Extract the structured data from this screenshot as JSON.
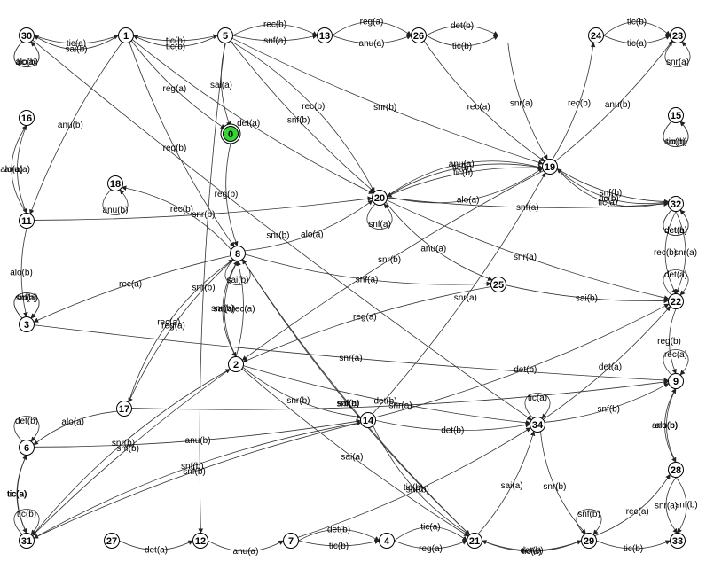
{
  "graph": {
    "initial_state": "0",
    "initial_color": "#33d633",
    "states": [
      "0",
      "1",
      "2",
      "3",
      "4",
      "5",
      "6",
      "7",
      "8",
      "9",
      "11",
      "12",
      "13",
      "14",
      "15",
      "16",
      "17",
      "18",
      "19",
      "20",
      "21",
      "22",
      "23",
      "24",
      "25",
      "26",
      "27",
      "28",
      "29",
      "30",
      "31",
      "32",
      "33",
      "34"
    ],
    "edges": [
      {
        "from": "1",
        "to": "5",
        "label": "tic(b)"
      },
      {
        "from": "5",
        "to": "1",
        "label": "tic(b)"
      },
      {
        "from": "30",
        "to": "1",
        "label": "tic(a)"
      },
      {
        "from": "1",
        "to": "30",
        "label": "sai(b)"
      },
      {
        "from": "30",
        "to": "30",
        "label": "tic(a)"
      },
      {
        "from": "5",
        "to": "13",
        "label": "snf(a)"
      },
      {
        "from": "5",
        "to": "13",
        "label": "rec(b)"
      },
      {
        "from": "13",
        "to": "26",
        "label": "anu(a)"
      },
      {
        "from": "13",
        "to": "26",
        "label": "reg(a)"
      },
      {
        "from": "26",
        "to": "10",
        "label": "tic(b)"
      },
      {
        "from": "26",
        "to": "10",
        "label": "det(b)"
      },
      {
        "from": "19",
        "to": "24",
        "label": "rec(b)"
      },
      {
        "from": "24",
        "to": "23",
        "label": "tic(a)"
      },
      {
        "from": "24",
        "to": "23",
        "label": "tic(b)"
      },
      {
        "from": "23",
        "to": "23",
        "label": "snr(a)"
      },
      {
        "from": "1",
        "to": "0",
        "label": "reg(a)"
      },
      {
        "from": "5",
        "to": "0",
        "label": "sai(a)"
      },
      {
        "from": "30",
        "to": "30",
        "label": "alo(b)"
      },
      {
        "from": "16",
        "to": "11",
        "label": "anu(a)"
      },
      {
        "from": "11",
        "to": "16",
        "label": "alo(a)"
      },
      {
        "from": "11",
        "to": "3",
        "label": "alo(b)"
      },
      {
        "from": "1",
        "to": "11",
        "label": "anu(b)"
      },
      {
        "from": "1",
        "to": "8",
        "label": "reg(b)"
      },
      {
        "from": "18",
        "to": "18",
        "label": "anu(b)"
      },
      {
        "from": "8",
        "to": "18",
        "label": "rec(b)"
      },
      {
        "from": "11",
        "to": "20",
        "label": "snr(b)"
      },
      {
        "from": "8",
        "to": "8",
        "label": "sai(b)"
      },
      {
        "from": "0",
        "to": "8",
        "label": "reg(b)"
      },
      {
        "from": "8",
        "to": "20",
        "label": "alo(a)"
      },
      {
        "from": "20",
        "to": "20",
        "label": "snf(a)"
      },
      {
        "from": "5",
        "to": "20",
        "label": "snf(b)"
      },
      {
        "from": "5",
        "to": "19",
        "label": "snr(b)"
      },
      {
        "from": "26",
        "to": "19",
        "label": "rec(a)"
      },
      {
        "from": "19",
        "to": "20",
        "label": "tic(b)"
      },
      {
        "from": "20",
        "to": "19",
        "label": "tic(b)"
      },
      {
        "from": "19",
        "to": "23",
        "label": "anu(b)"
      },
      {
        "from": "10",
        "to": "19",
        "label": "snr(a)"
      },
      {
        "from": "1",
        "to": "20",
        "label": "det(a)"
      },
      {
        "from": "20",
        "to": "19",
        "label": "alo(a)"
      },
      {
        "from": "5",
        "to": "20",
        "label": "rec(b)"
      },
      {
        "from": "20",
        "to": "19",
        "label": "anu(a)"
      },
      {
        "from": "20",
        "to": "32",
        "label": "snf(a)"
      },
      {
        "from": "19",
        "to": "32",
        "label": "snf(b)"
      },
      {
        "from": "32",
        "to": "19",
        "label": "tic(b)"
      },
      {
        "from": "15",
        "to": "15",
        "label": "snr(b)"
      },
      {
        "from": "15",
        "to": "15",
        "label": "tic(b)"
      },
      {
        "from": "32",
        "to": "32",
        "label": "det(a)"
      },
      {
        "from": "32",
        "to": "32",
        "label": "det(b)"
      },
      {
        "from": "19",
        "to": "32",
        "label": "tic(a)"
      },
      {
        "from": "32",
        "to": "22",
        "label": "rec(b)"
      },
      {
        "from": "32",
        "to": "22",
        "label": "snr(a)"
      },
      {
        "from": "22",
        "to": "22",
        "label": "det(a)"
      },
      {
        "from": "20",
        "to": "22",
        "label": "snr(a)"
      },
      {
        "from": "20",
        "to": "25",
        "label": "anu(a)"
      },
      {
        "from": "8",
        "to": "25",
        "label": "snf(a)"
      },
      {
        "from": "25",
        "to": "22",
        "label": "sai(b)"
      },
      {
        "from": "22",
        "to": "9",
        "label": "reg(b)"
      },
      {
        "from": "9",
        "to": "9",
        "label": "rec(a)"
      },
      {
        "from": "9",
        "to": "28",
        "label": "alo(b)"
      },
      {
        "from": "28",
        "to": "33",
        "label": "snr(a)"
      },
      {
        "from": "28",
        "to": "33",
        "label": "snf(b)"
      },
      {
        "from": "28",
        "to": "9",
        "label": "anu(b)"
      },
      {
        "from": "29",
        "to": "28",
        "label": "rec(a)"
      },
      {
        "from": "3",
        "to": "3",
        "label": "snf(a)"
      },
      {
        "from": "3",
        "to": "3",
        "label": "tic(b)"
      },
      {
        "from": "8",
        "to": "3",
        "label": "rec(a)"
      },
      {
        "from": "2",
        "to": "8",
        "label": "rec(a)"
      },
      {
        "from": "2",
        "to": "8",
        "label": "sai(a)"
      },
      {
        "from": "8",
        "to": "17",
        "label": "reg(a)"
      },
      {
        "from": "17",
        "to": "8",
        "label": "rec(a)"
      },
      {
        "from": "8",
        "to": "2",
        "label": "snr(b)"
      },
      {
        "from": "19",
        "to": "2",
        "label": "snr(b)"
      },
      {
        "from": "25",
        "to": "2",
        "label": "reg(a)"
      },
      {
        "from": "2",
        "to": "14",
        "label": "snr(b)"
      },
      {
        "from": "17",
        "to": "9",
        "label": "snr(a)"
      },
      {
        "from": "3",
        "to": "9",
        "label": "snr(a)"
      },
      {
        "from": "2",
        "to": "34",
        "label": "det(b)"
      },
      {
        "from": "14",
        "to": "34",
        "label": "det(b)"
      },
      {
        "from": "14",
        "to": "22",
        "label": "det(b)"
      },
      {
        "from": "34",
        "to": "34",
        "label": "tic(a)"
      },
      {
        "from": "34",
        "to": "22",
        "label": "det(a)"
      },
      {
        "from": "34",
        "to": "9",
        "label": "snf(b)"
      },
      {
        "from": "14",
        "to": "19",
        "label": "snr(a)"
      },
      {
        "from": "14",
        "to": "31",
        "label": "snf(b)"
      },
      {
        "from": "31",
        "to": "14",
        "label": "snf(b)"
      },
      {
        "from": "2",
        "to": "31",
        "label": "snf(b)"
      },
      {
        "from": "17",
        "to": "6",
        "label": "alo(a)"
      },
      {
        "from": "6",
        "to": "6",
        "label": "det(b)"
      },
      {
        "from": "6",
        "to": "31",
        "label": "tic(a)"
      },
      {
        "from": "31",
        "to": "31",
        "label": "tic(b)"
      },
      {
        "from": "31",
        "to": "6",
        "label": "tic(a)"
      },
      {
        "from": "6",
        "to": "14",
        "label": "anu(b)"
      },
      {
        "from": "31",
        "to": "2",
        "label": "snr(b)"
      },
      {
        "from": "27",
        "to": "12",
        "label": "det(a)"
      },
      {
        "from": "12",
        "to": "7",
        "label": "anu(a)"
      },
      {
        "from": "7",
        "to": "4",
        "label": "tic(b)"
      },
      {
        "from": "7",
        "to": "4",
        "label": "det(b)"
      },
      {
        "from": "4",
        "to": "21",
        "label": "reg(a)"
      },
      {
        "from": "4",
        "to": "21",
        "label": "tic(a)"
      },
      {
        "from": "21",
        "to": "29",
        "label": "tic(a)"
      },
      {
        "from": "29",
        "to": "21",
        "label": "det(b)"
      },
      {
        "from": "29",
        "to": "29",
        "label": "snf(b)"
      },
      {
        "from": "29",
        "to": "33",
        "label": "tic(b)"
      },
      {
        "from": "34",
        "to": "29",
        "label": "snr(b)"
      },
      {
        "from": "14",
        "to": "21",
        "label": "tic(b)"
      },
      {
        "from": "2",
        "to": "21",
        "label": "sai(a)"
      },
      {
        "from": "21",
        "to": "34",
        "label": "sai(a)"
      },
      {
        "from": "7",
        "to": "34",
        "label": "snr(b)"
      },
      {
        "from": "5",
        "to": "12",
        "label": "snr(b)"
      },
      {
        "from": "8",
        "to": "21",
        "label": "snf(b)"
      },
      {
        "from": "21",
        "to": "8",
        "label": "sai(a)"
      },
      {
        "from": "30",
        "to": "34",
        "label": "snr(b)"
      }
    ]
  }
}
